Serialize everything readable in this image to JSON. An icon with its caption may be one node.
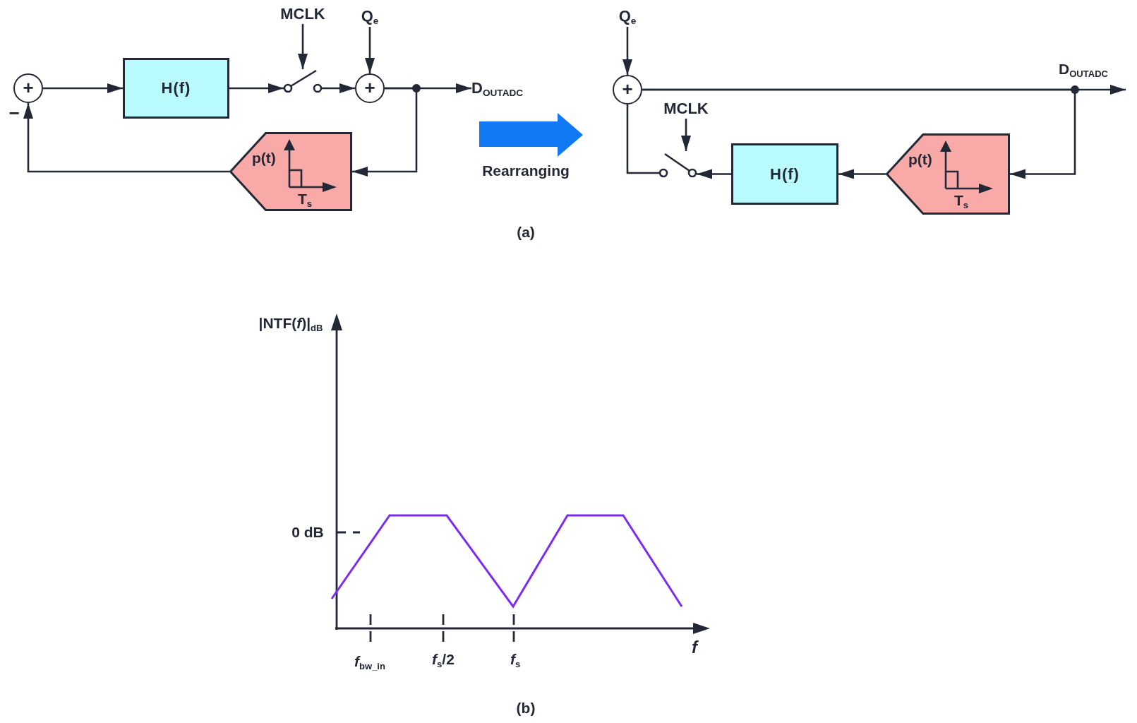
{
  "diagram": {
    "nodes": [
      {
        "text": [
          "MCLK"
        ]
      },
      {
        "text": [
          "Q$_{e}$"
        ]
      },
      {
        "text": [
          "+"
        ]
      },
      {
        "text": [
          "H(f)"
        ]
      },
      {
        "text": [],
        "shape": "switch"
      },
      {
        "text": [
          "+"
        ]
      },
      {
        "text": [
          "D$_{OUTADC}$"
        ]
      },
      {
        "text": [
          "p(t)",
          "T$_{s}$"
        ]
      },
      {
        "text": [
          "Q$_{e}$"
        ]
      },
      {
        "text": [
          "+"
        ]
      },
      {
        "text": [
          "MCLK"
        ]
      },
      {
        "text": [],
        "shape": "switch"
      },
      {
        "text": [
          "H(f)"
        ]
      },
      {
        "text": [
          "p(t)",
          "T$_{s}$"
        ]
      }
    ],
    "edges": [
      {
        "from": 0,
        "to": 4,
        "arrow": "to"
      },
      {
        "from": 1,
        "to": 5,
        "arrow": "to"
      },
      {
        "from": 2,
        "to": 3,
        "arrow": "to"
      },
      {
        "from": 3,
        "to": 4,
        "arrow": "to"
      },
      {
        "from": 4,
        "to": 5,
        "arrow": "to"
      },
      {
        "from": 5,
        "to": 6,
        "arrow": "to"
      },
      {
        "from": 5,
        "to": 7,
        "arrow": "to"
      },
      {
        "from": 7,
        "to": 2,
        "arrow": "to"
      },
      {
        "from": 8,
        "to": 9,
        "arrow": "to"
      },
      {
        "from": 9,
        "to": null,
        "arrow": "to"
      },
      {
        "from": 9,
        "to": 13,
        "arrow": "to"
      },
      {
        "from": 13,
        "to": 12,
        "arrow": "to"
      },
      {
        "from": 12,
        "to": 11,
        "arrow": "to"
      },
      {
        "from": 11,
        "to": 9,
        "arrow": "none"
      },
      {
        "from": 10,
        "to": 11,
        "arrow": "to"
      }
    ],
    "labels": [
      "−",
      "Rearranging",
      "D$_{OUTADC}$",
      "(a)",
      "|NTF(*f*)|$_{dB}$",
      "0 dB",
      "*f*$_{bw_in}$",
      "*f*$_{s}$/2",
      "*f*$_{s}$",
      "f",
      "(b)"
    ]
  }
}
